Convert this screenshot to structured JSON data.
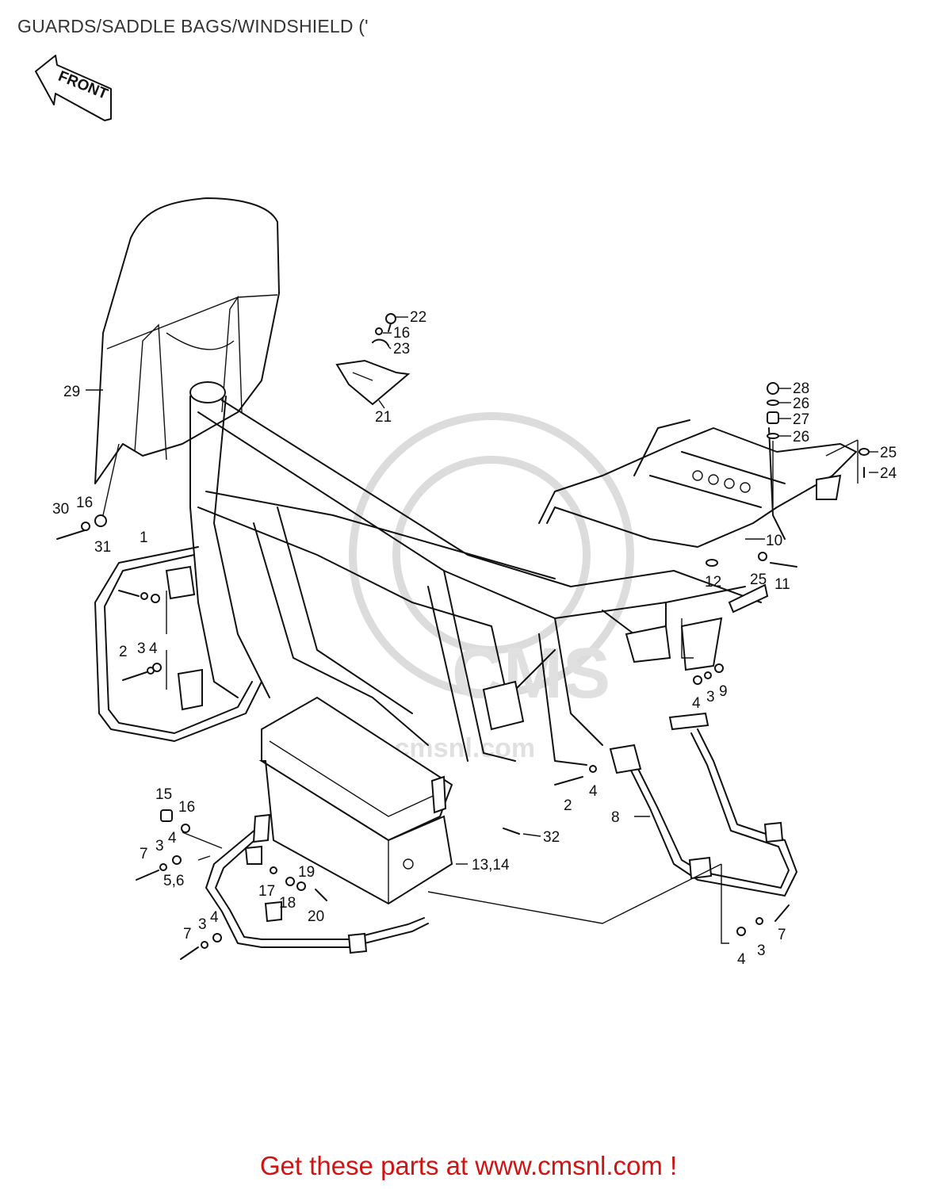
{
  "title": "GUARDS/SADDLE BAGS/WINDSHIELD ('",
  "footer": "Get these parts at www.cmsnl.com !",
  "front_arrow_text": "FRONT",
  "watermark": {
    "text_large": "CMS",
    "text_url": "www.cmsnl.com"
  },
  "callouts": [
    "22",
    "16",
    "23",
    "21",
    "29",
    "28",
    "26",
    "27",
    "26",
    "25",
    "24",
    "30",
    "16",
    "31",
    "1",
    "10",
    "12",
    "25",
    "11",
    "2",
    "3",
    "4",
    "4",
    "3",
    "9",
    "15",
    "16",
    "7",
    "3",
    "4",
    "5,6",
    "17",
    "18",
    "19",
    "20",
    "32",
    "13,14",
    "2",
    "4",
    "8",
    "7",
    "3",
    "4",
    "4",
    "3",
    "7"
  ],
  "colors": {
    "title": "#333333",
    "footer": "#d01414",
    "line": "#111111",
    "watermark": "#d9d9d9"
  }
}
